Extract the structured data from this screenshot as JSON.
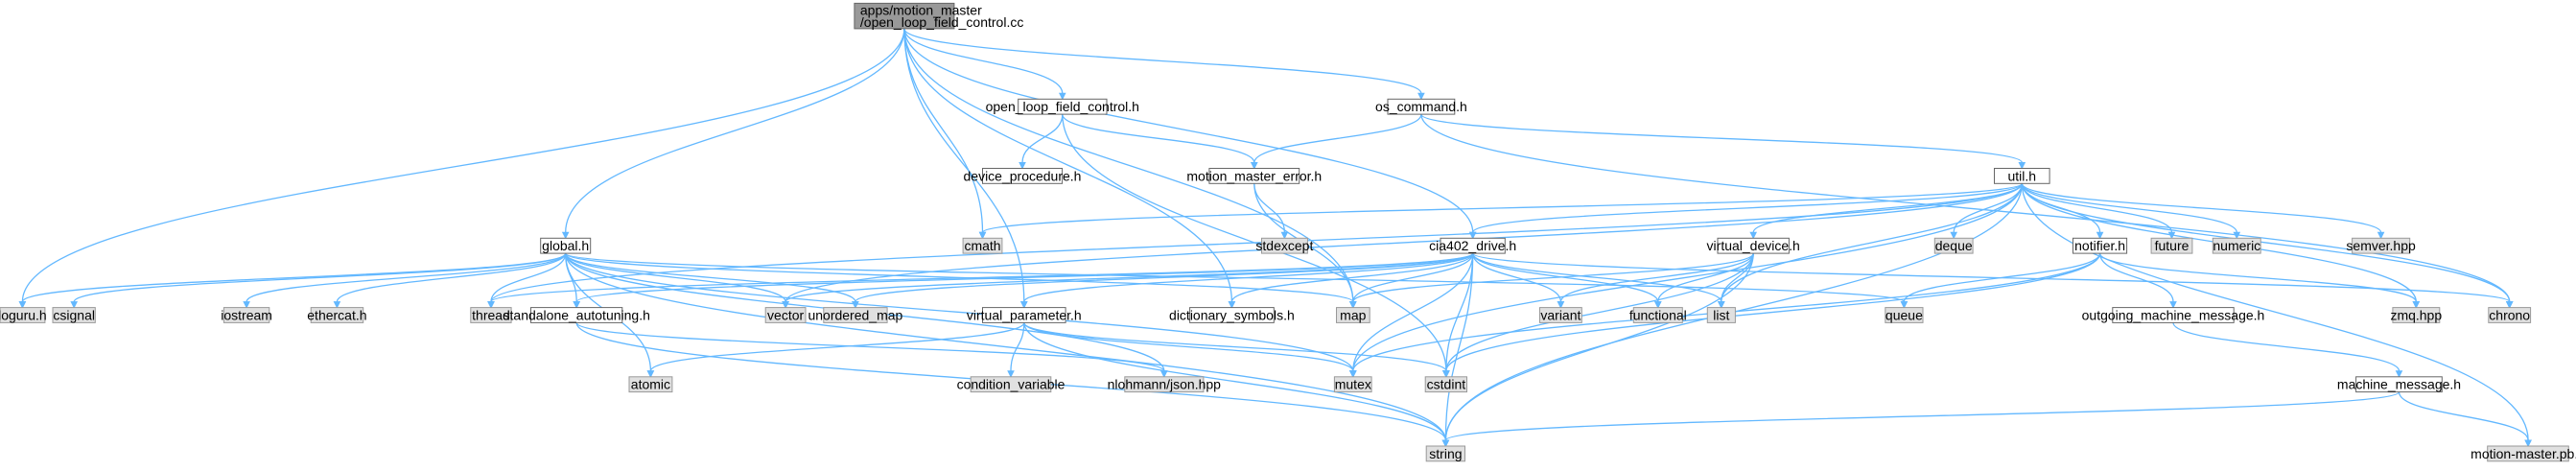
{
  "diagram": {
    "colors": {
      "edge": "#63b8ff",
      "root_fill": "#999999",
      "local_fill": "#ffffff",
      "system_fill": "#e0e0e0",
      "border": "#666666"
    },
    "nodes": [
      {
        "id": "root",
        "kind": "root",
        "lines": [
          "apps/motion_master",
          "/open_loop_field_control.cc"
        ]
      },
      {
        "id": "open_loop_field_control_h",
        "kind": "local",
        "lines": [
          "open_loop_field_control.h"
        ]
      },
      {
        "id": "os_command_h",
        "kind": "local",
        "lines": [
          "os_command.h"
        ]
      },
      {
        "id": "device_procedure_h",
        "kind": "local",
        "lines": [
          "device_procedure.h"
        ]
      },
      {
        "id": "motion_master_error_h",
        "kind": "local",
        "lines": [
          "motion_master_error.h"
        ]
      },
      {
        "id": "util_h",
        "kind": "local",
        "lines": [
          "util.h"
        ]
      },
      {
        "id": "cmath",
        "kind": "system",
        "lines": [
          "cmath"
        ]
      },
      {
        "id": "stdexcept",
        "kind": "system",
        "lines": [
          "stdexcept"
        ]
      },
      {
        "id": "global_h",
        "kind": "local",
        "lines": [
          "global.h"
        ]
      },
      {
        "id": "cia402_drive_h",
        "kind": "local",
        "lines": [
          "cia402_drive.h"
        ]
      },
      {
        "id": "virtual_device_h",
        "kind": "local",
        "lines": [
          "virtual_device.h"
        ]
      },
      {
        "id": "deque",
        "kind": "system",
        "lines": [
          "deque"
        ]
      },
      {
        "id": "notifier_h",
        "kind": "local",
        "lines": [
          "notifier.h"
        ]
      },
      {
        "id": "future",
        "kind": "system",
        "lines": [
          "future"
        ]
      },
      {
        "id": "numeric",
        "kind": "system",
        "lines": [
          "numeric"
        ]
      },
      {
        "id": "semver_hpp",
        "kind": "system",
        "lines": [
          "semver.hpp"
        ]
      },
      {
        "id": "loguru_h",
        "kind": "system",
        "lines": [
          "loguru.h"
        ]
      },
      {
        "id": "csignal",
        "kind": "system",
        "lines": [
          "csignal"
        ]
      },
      {
        "id": "iostream",
        "kind": "system",
        "lines": [
          "iostream"
        ]
      },
      {
        "id": "ethercat_h",
        "kind": "system",
        "lines": [
          "ethercat.h"
        ]
      },
      {
        "id": "thread",
        "kind": "system",
        "lines": [
          "thread"
        ]
      },
      {
        "id": "standalone_autotuning_h",
        "kind": "local",
        "lines": [
          "standalone_autotuning.h"
        ]
      },
      {
        "id": "vector",
        "kind": "system",
        "lines": [
          "vector"
        ]
      },
      {
        "id": "unordered_map",
        "kind": "system",
        "lines": [
          "unordered_map"
        ]
      },
      {
        "id": "virtual_parameter_h",
        "kind": "local",
        "lines": [
          "virtual_parameter.h"
        ]
      },
      {
        "id": "dictionary_symbols_h",
        "kind": "local",
        "lines": [
          "dictionary_symbols.h"
        ]
      },
      {
        "id": "map",
        "kind": "system",
        "lines": [
          "map"
        ]
      },
      {
        "id": "variant",
        "kind": "system",
        "lines": [
          "variant"
        ]
      },
      {
        "id": "functional",
        "kind": "system",
        "lines": [
          "functional"
        ]
      },
      {
        "id": "list",
        "kind": "system",
        "lines": [
          "list"
        ]
      },
      {
        "id": "queue",
        "kind": "system",
        "lines": [
          "queue"
        ]
      },
      {
        "id": "chrono",
        "kind": "system",
        "lines": [
          "chrono"
        ]
      },
      {
        "id": "zmq_hpp",
        "kind": "system",
        "lines": [
          "zmq.hpp"
        ]
      },
      {
        "id": "outgoing_machine_message_h",
        "kind": "local",
        "lines": [
          "outgoing_machine_message.h"
        ]
      },
      {
        "id": "atomic",
        "kind": "system",
        "lines": [
          "atomic"
        ]
      },
      {
        "id": "condition_variable",
        "kind": "system",
        "lines": [
          "condition_variable"
        ]
      },
      {
        "id": "nlohmann_json_hpp",
        "kind": "system",
        "lines": [
          "nlohmann/json.hpp"
        ]
      },
      {
        "id": "mutex",
        "kind": "system",
        "lines": [
          "mutex"
        ]
      },
      {
        "id": "cstdint",
        "kind": "system",
        "lines": [
          "cstdint"
        ]
      },
      {
        "id": "machine_message_h",
        "kind": "local",
        "lines": [
          "machine_message.h"
        ]
      },
      {
        "id": "string",
        "kind": "system",
        "lines": [
          "string"
        ]
      },
      {
        "id": "motion_master_pb_h",
        "kind": "system",
        "lines": [
          "motion-master.pb.h"
        ]
      }
    ],
    "edges": [
      [
        "root",
        "open_loop_field_control_h"
      ],
      [
        "root",
        "os_command_h"
      ],
      [
        "root",
        "cia402_drive_h"
      ],
      [
        "root",
        "global_h"
      ],
      [
        "root",
        "loguru_h"
      ],
      [
        "root",
        "cmath"
      ],
      [
        "root",
        "virtual_parameter_h"
      ],
      [
        "root",
        "dictionary_symbols_h"
      ],
      [
        "root",
        "map"
      ],
      [
        "open_loop_field_control_h",
        "device_procedure_h"
      ],
      [
        "open_loop_field_control_h",
        "motion_master_error_h"
      ],
      [
        "open_loop_field_control_h",
        "cstdint"
      ],
      [
        "os_command_h",
        "motion_master_error_h"
      ],
      [
        "os_command_h",
        "util_h"
      ],
      [
        "os_command_h",
        "chrono"
      ],
      [
        "motion_master_error_h",
        "stdexcept"
      ],
      [
        "motion_master_error_h",
        "map"
      ],
      [
        "util_h",
        "cmath"
      ],
      [
        "util_h",
        "cia402_drive_h"
      ],
      [
        "util_h",
        "virtual_device_h"
      ],
      [
        "util_h",
        "deque"
      ],
      [
        "util_h",
        "notifier_h"
      ],
      [
        "util_h",
        "future"
      ],
      [
        "util_h",
        "numeric"
      ],
      [
        "util_h",
        "semver_hpp"
      ],
      [
        "util_h",
        "zmq_hpp"
      ],
      [
        "util_h",
        "chrono"
      ],
      [
        "util_h",
        "motion_master_pb_h"
      ],
      [
        "util_h",
        "list"
      ],
      [
        "util_h",
        "string"
      ],
      [
        "util_h",
        "mutex"
      ],
      [
        "util_h",
        "thread"
      ],
      [
        "util_h",
        "vector"
      ],
      [
        "global_h",
        "loguru_h"
      ],
      [
        "global_h",
        "csignal"
      ],
      [
        "global_h",
        "iostream"
      ],
      [
        "global_h",
        "ethercat_h"
      ],
      [
        "global_h",
        "thread"
      ],
      [
        "global_h",
        "standalone_autotuning_h"
      ],
      [
        "global_h",
        "vector"
      ],
      [
        "global_h",
        "unordered_map"
      ],
      [
        "global_h",
        "atomic"
      ],
      [
        "global_h",
        "string"
      ],
      [
        "global_h",
        "map"
      ],
      [
        "global_h",
        "queue"
      ],
      [
        "global_h",
        "mutex"
      ],
      [
        "global_h",
        "nlohmann_json_hpp"
      ],
      [
        "cia402_drive_h",
        "thread"
      ],
      [
        "cia402_drive_h",
        "vector"
      ],
      [
        "cia402_drive_h",
        "unordered_map"
      ],
      [
        "cia402_drive_h",
        "virtual_parameter_h"
      ],
      [
        "cia402_drive_h",
        "dictionary_symbols_h"
      ],
      [
        "cia402_drive_h",
        "map"
      ],
      [
        "cia402_drive_h",
        "variant"
      ],
      [
        "cia402_drive_h",
        "functional"
      ],
      [
        "cia402_drive_h",
        "list"
      ],
      [
        "cia402_drive_h",
        "chrono"
      ],
      [
        "cia402_drive_h",
        "mutex"
      ],
      [
        "cia402_drive_h",
        "cstdint"
      ],
      [
        "cia402_drive_h",
        "string"
      ],
      [
        "cia402_drive_h",
        "standalone_autotuning_h"
      ],
      [
        "virtual_device_h",
        "map"
      ],
      [
        "virtual_device_h",
        "variant"
      ],
      [
        "virtual_device_h",
        "functional"
      ],
      [
        "virtual_device_h",
        "list"
      ],
      [
        "virtual_device_h",
        "cstdint"
      ],
      [
        "virtual_device_h",
        "string"
      ],
      [
        "notifier_h",
        "queue"
      ],
      [
        "notifier_h",
        "zmq_hpp"
      ],
      [
        "notifier_h",
        "outgoing_machine_message_h"
      ],
      [
        "notifier_h",
        "mutex"
      ],
      [
        "notifier_h",
        "cstdint"
      ],
      [
        "standalone_autotuning_h",
        "nlohmann_json_hpp"
      ],
      [
        "standalone_autotuning_h",
        "string"
      ],
      [
        "virtual_parameter_h",
        "atomic"
      ],
      [
        "virtual_parameter_h",
        "condition_variable"
      ],
      [
        "virtual_parameter_h",
        "mutex"
      ],
      [
        "virtual_parameter_h",
        "cstdint"
      ],
      [
        "virtual_parameter_h",
        "string"
      ],
      [
        "outgoing_machine_message_h",
        "machine_message_h"
      ],
      [
        "machine_message_h",
        "string"
      ],
      [
        "machine_message_h",
        "motion_master_pb_h"
      ]
    ]
  }
}
